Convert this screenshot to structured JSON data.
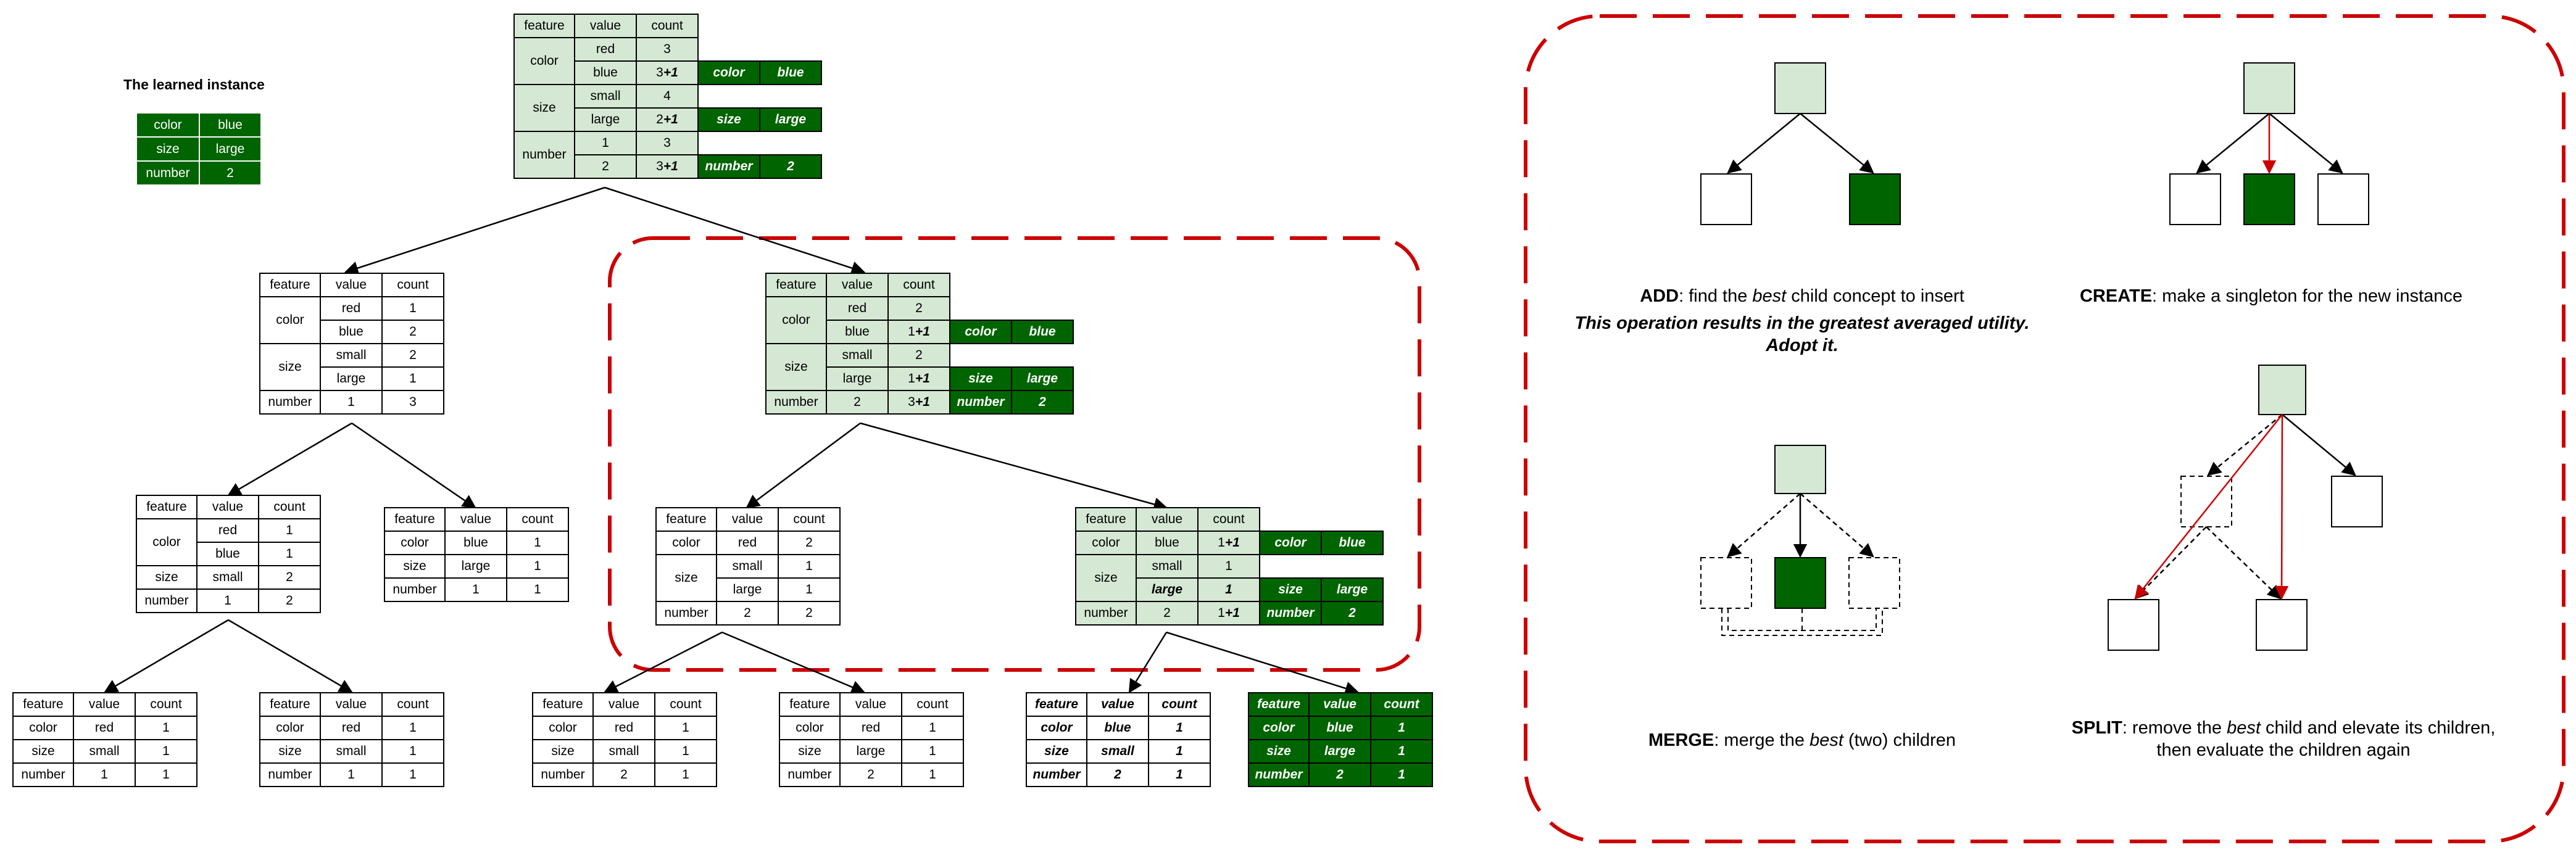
{
  "learned": {
    "title": "The learned instance",
    "rows": [
      [
        "color",
        "blue"
      ],
      [
        "size",
        "large"
      ],
      [
        "number",
        "2"
      ]
    ]
  },
  "headers": [
    "feature",
    "value",
    "count"
  ],
  "tree": {
    "root": {
      "color": {
        "feature": "color",
        "value_a": "red",
        "count_a": "3",
        "value_b": "blue",
        "count_b": "3",
        "inc": "+1",
        "ext_f": "color",
        "ext_v": "blue"
      },
      "size": {
        "feature": "size",
        "value_a": "small",
        "count_a": "4",
        "value_b": "large",
        "count_b": "2",
        "inc": "+1",
        "ext_f": "size",
        "ext_v": "large"
      },
      "number": {
        "feature": "number",
        "value_a": "1",
        "count_a": "3",
        "value_b": "2",
        "count_b": "3",
        "inc": "+1",
        "ext_f": "number",
        "ext_v": "2"
      }
    },
    "left": {
      "color_feature": "color",
      "red": "red",
      "red_count": "1",
      "blue": "blue",
      "blue_count": "2",
      "size_feature": "size",
      "small": "small",
      "small_count": "2",
      "large": "large",
      "large_count": "1",
      "number_feature": "number",
      "number_value": "1",
      "number_count": "3"
    },
    "right": {
      "color_feature": "color",
      "red": "red",
      "red_count": "2",
      "blue": "blue",
      "blue_count": "1",
      "blue_inc": "+1",
      "size_feature": "size",
      "small": "small",
      "small_count": "2",
      "large": "large",
      "large_count": "1",
      "large_inc": "+1",
      "number_feature": "number",
      "number_value": "2",
      "number_count": "3",
      "number_inc": "+1",
      "ext": [
        [
          "color",
          "blue"
        ],
        [
          "size",
          "large"
        ],
        [
          "number",
          "2"
        ]
      ]
    },
    "ll": {
      "color_feature": "color",
      "red": "red",
      "red_count": "1",
      "blue": "blue",
      "blue_count": "1",
      "size_feature": "size",
      "size_value": "small",
      "size_count": "2",
      "number_feature": "number",
      "number_value": "1",
      "number_count": "2"
    },
    "lr": {
      "rows": [
        [
          "color",
          "blue",
          "1"
        ],
        [
          "size",
          "large",
          "1"
        ],
        [
          "number",
          "1",
          "1"
        ]
      ]
    },
    "rl": {
      "color_feature": "color",
      "color_value": "red",
      "color_count": "2",
      "size_feature": "size",
      "small": "small",
      "small_count": "1",
      "large": "large",
      "large_count": "1",
      "number_feature": "number",
      "number_value": "2",
      "number_count": "2"
    },
    "rr": {
      "color_feature": "color",
      "color_value": "blue",
      "color_count": "1",
      "color_inc": "+1",
      "size_feature": "size",
      "small": "small",
      "small_count": "1",
      "large": "large",
      "large_count": "1",
      "number_feature": "number",
      "number_value": "2",
      "number_count": "1",
      "number_inc": "+1",
      "ext": [
        [
          "color",
          "blue"
        ],
        [
          "size",
          "large"
        ],
        [
          "number",
          "2"
        ]
      ]
    },
    "leaf1": {
      "rows": [
        [
          "color",
          "red",
          "1"
        ],
        [
          "size",
          "small",
          "1"
        ],
        [
          "number",
          "1",
          "1"
        ]
      ]
    },
    "leaf2": {
      "rows": [
        [
          "color",
          "red",
          "1"
        ],
        [
          "size",
          "small",
          "1"
        ],
        [
          "number",
          "1",
          "1"
        ]
      ]
    },
    "leaf3": {
      "rows": [
        [
          "color",
          "red",
          "1"
        ],
        [
          "size",
          "small",
          "1"
        ],
        [
          "number",
          "2",
          "1"
        ]
      ]
    },
    "leaf4": {
      "rows": [
        [
          "color",
          "red",
          "1"
        ],
        [
          "size",
          "large",
          "1"
        ],
        [
          "number",
          "2",
          "1"
        ]
      ]
    },
    "leaf5": {
      "rows": [
        [
          "color",
          "blue",
          "1"
        ],
        [
          "size",
          "small",
          "1"
        ],
        [
          "number",
          "2",
          "1"
        ]
      ]
    },
    "leaf6": {
      "rows": [
        [
          "color",
          "blue",
          "1"
        ],
        [
          "size",
          "large",
          "1"
        ],
        [
          "number",
          "2",
          "1"
        ]
      ]
    }
  },
  "operations": {
    "add": {
      "keyword": "ADD",
      "pre": ": find the ",
      "best": "best",
      "post": " child concept to insert",
      "note_line1": "This operation results in the greatest averaged utility.",
      "note_line2": "Adopt it."
    },
    "create": {
      "keyword": "CREATE",
      "text": ": make a singleton for the new instance"
    },
    "merge": {
      "keyword": "MERGE",
      "pre": ": merge the ",
      "best": "best",
      "post": " (two) children"
    },
    "split": {
      "keyword": "SPLIT",
      "pre": ": remove the ",
      "best": "best",
      "post": " child and elevate its children,",
      "line2": "then evaluate the children again"
    }
  },
  "colors": {
    "light_green": "#d5e8d4",
    "dark_green": "#006400",
    "red_dash": "#cc0000"
  }
}
